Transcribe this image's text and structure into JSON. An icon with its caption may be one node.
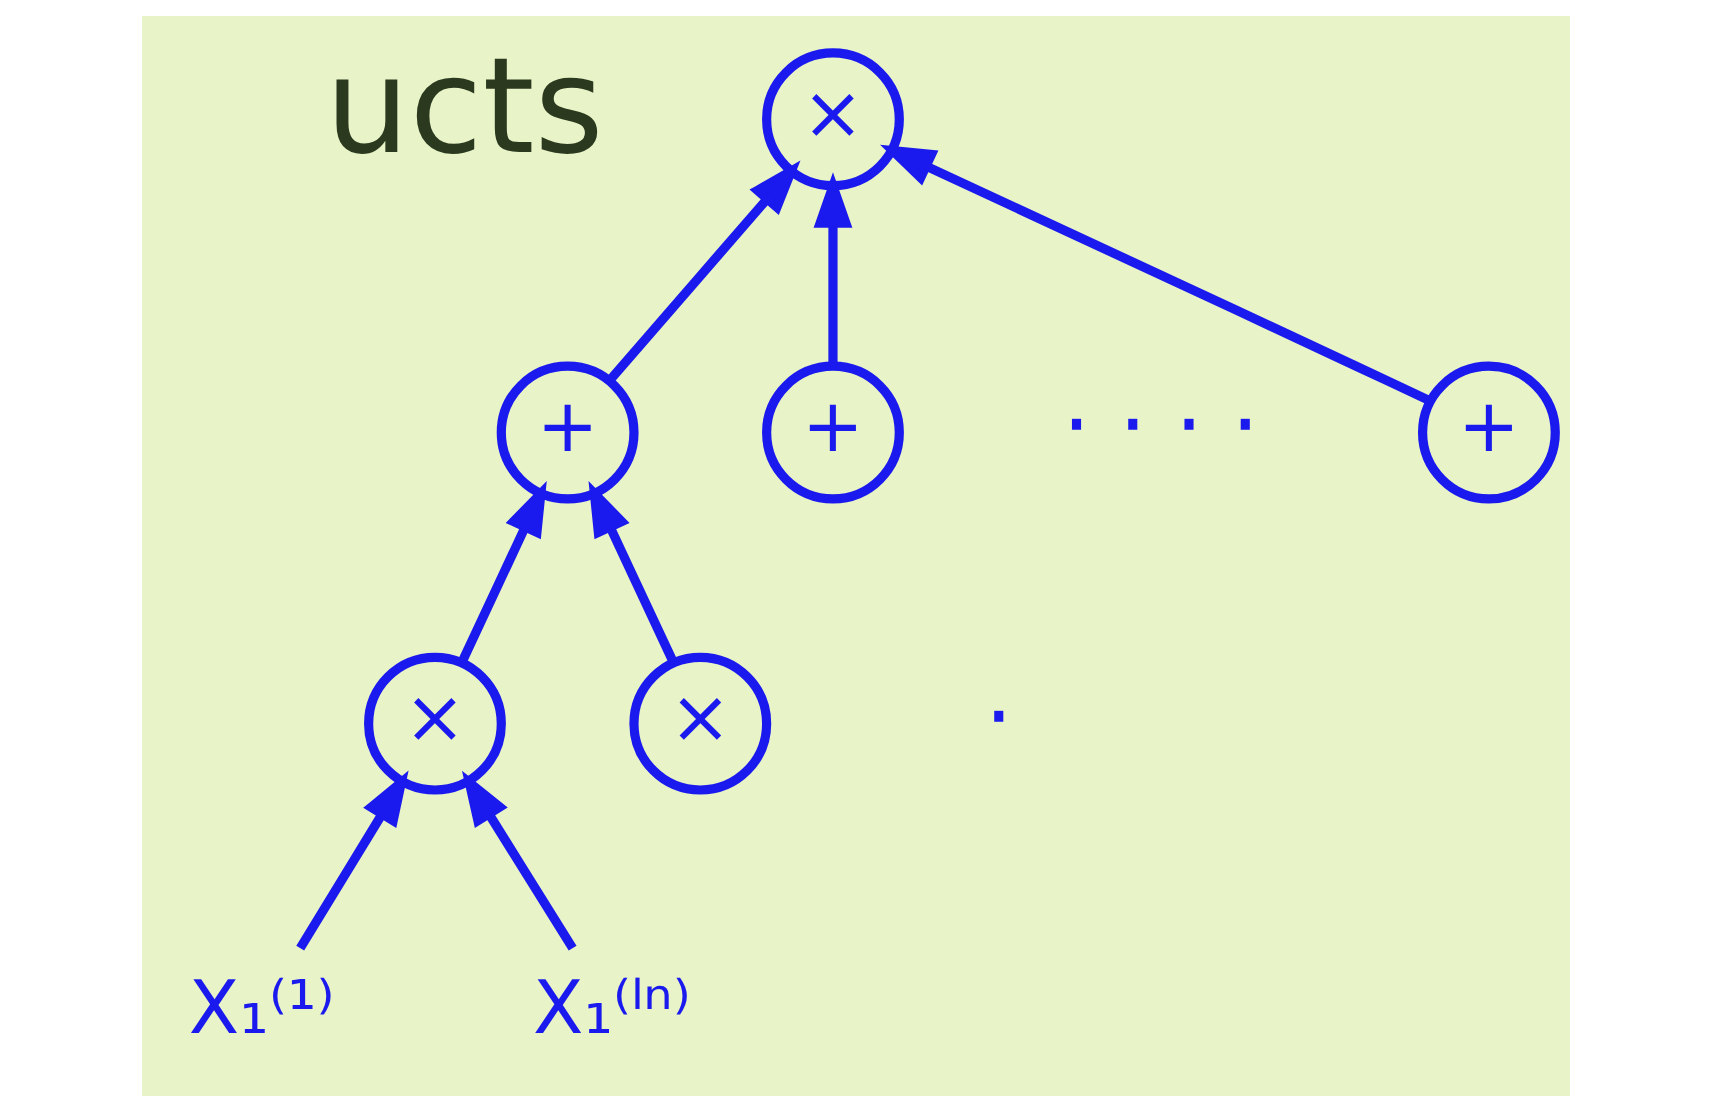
{
  "diagram": {
    "nodes": [
      {
        "text": [
          "×"
        ]
      },
      {
        "text": [
          "+"
        ]
      },
      {
        "text": [
          "+"
        ]
      },
      {
        "text": [
          "+"
        ]
      },
      {
        "text": [
          "×"
        ]
      },
      {
        "text": [
          "×"
        ]
      },
      {
        "text": [
          "X₁⁽¹⁾"
        ]
      },
      {
        "text": [
          "X₁⁽ˡⁿ⁾"
        ]
      }
    ],
    "edges": [
      {
        "from": 1,
        "to": 0,
        "arrow": "to"
      },
      {
        "from": 2,
        "to": 0,
        "arrow": "to"
      },
      {
        "from": 3,
        "to": 0,
        "arrow": "to"
      },
      {
        "from": 4,
        "to": 1,
        "arrow": "to"
      },
      {
        "from": 5,
        "to": 1,
        "arrow": "to"
      },
      {
        "from": 6,
        "to": 4,
        "arrow": "to"
      },
      {
        "from": 7,
        "to": 4,
        "arrow": "to"
      }
    ],
    "labels": [
      "ucts",
      "· · · ·",
      "·"
    ]
  }
}
